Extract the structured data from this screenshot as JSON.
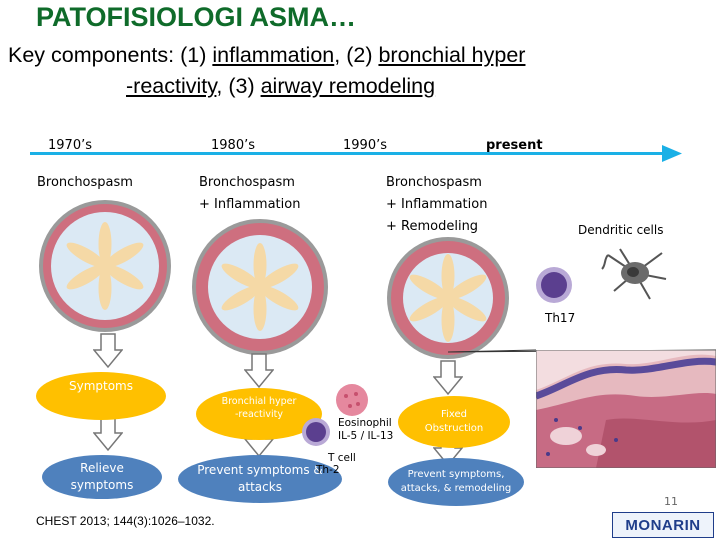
{
  "title": "PATOFISIOLOGI ASMA…",
  "subtitle": {
    "line1_prefix": "Key components: (1) ",
    "inflammation": "inflammation",
    "line1_mid": ", (2) ",
    "bronchial_hyper": "bronchial hyper",
    "reactivity": "-reactivity",
    "line2_mid": ", (3) ",
    "remodeling": "airway remodeling"
  },
  "timeline": {
    "eras": [
      "1970’s",
      "1980’s",
      "1990’s",
      "present"
    ],
    "arrow_color": "#1ab0e6"
  },
  "stages": {
    "s1": [
      "Bronchospasm"
    ],
    "s2": [
      "Bronchospasm",
      "+ Inflammation"
    ],
    "s3": [
      "Bronchospasm",
      "+ Inflammation",
      "+ Remodeling"
    ]
  },
  "cells": {
    "dendritic": "Dendritic cells",
    "th17": "Th17",
    "eosinophil": [
      "Eosinophil",
      "IL-5 / IL-13"
    ],
    "tcell": [
      "T cell",
      "Th-2"
    ]
  },
  "outcomes": {
    "symptoms": "Symptoms",
    "relieve": [
      "Relieve",
      "symptoms"
    ],
    "hyper": [
      "Bronchial hyper",
      "-reactivity"
    ],
    "prevent1": [
      "Prevent symptoms &",
      "attacks"
    ],
    "fixed": [
      "Fixed",
      "Obstruction"
    ],
    "prevent2": [
      "Prevent symptoms,",
      "attacks, & remodeling"
    ]
  },
  "citation": "CHEST 2013; 144(3):1026–1032.",
  "page_number": "11",
  "logo": "MONARIN",
  "colors": {
    "title": "#0f6b2a",
    "airway_wall": "#ce6f7f",
    "lumen": "#dbe9f4",
    "smooth_muscle": "#f5d9a6",
    "yellow_oval": "#ffc000",
    "blue_oval": "#4f81bd",
    "logo_blue": "#1f3d8a"
  }
}
